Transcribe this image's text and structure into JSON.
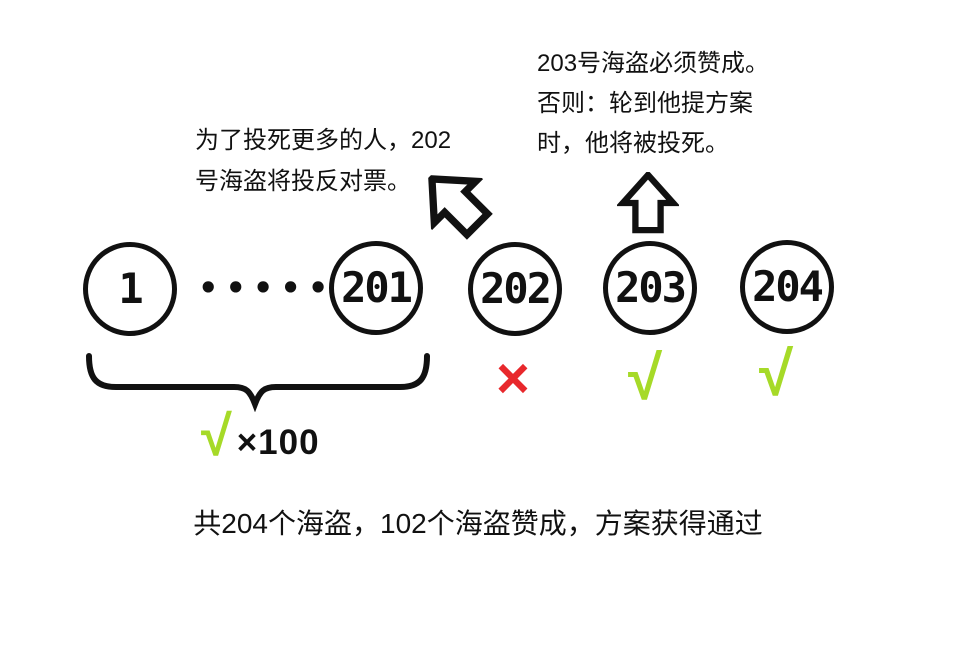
{
  "colors": {
    "ink": "#111111",
    "approve_green": "#a6da28",
    "reject_red": "#e8282c"
  },
  "notes": {
    "pirate_202_note": {
      "lines": [
        "为了投死更多的人，202",
        "号海盗将投反对票。"
      ]
    },
    "pirate_203_note": {
      "lines": [
        "203号海盗必须赞成。",
        "否则：轮到他提方案",
        "时，他将被投死。"
      ]
    }
  },
  "pirates": {
    "ellipsis": "••••••",
    "circles": [
      {
        "label": "1"
      },
      {
        "label": "201"
      },
      {
        "label": "202",
        "vote": "×"
      },
      {
        "label": "203",
        "vote": "√"
      },
      {
        "label": "204",
        "vote": "√"
      }
    ],
    "group_vote": {
      "check": "√",
      "multiplier": "×100"
    }
  },
  "conclusion": "共204个海盗，102个海盗赞成，方案获得通过"
}
